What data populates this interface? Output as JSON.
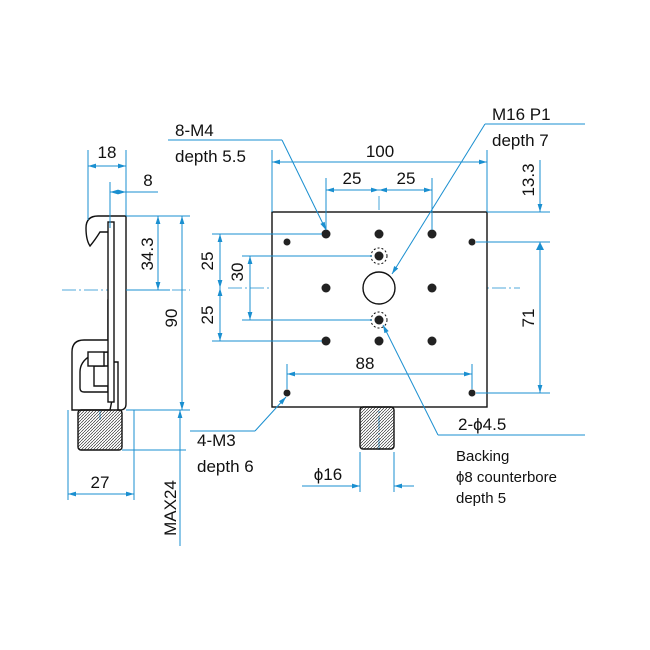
{
  "labels": {
    "m4_callout_1": "8-M4",
    "m4_callout_2": "depth 5.5",
    "m16_callout_1": "M16 P1",
    "m16_callout_2": "depth 7",
    "m3_callout_1": "4-M3",
    "m3_callout_2": "depth 6",
    "hole_callout_1": "2-ϕ4.5",
    "hole_callout_2": "Backing",
    "hole_callout_3": "ϕ8 counterbore",
    "hole_callout_4": "depth 5"
  },
  "dims": {
    "side_18": "18",
    "side_8": "8",
    "side_34_3": "34.3",
    "side_90": "90",
    "side_27": "27",
    "side_max24": "MAX24",
    "top_100": "100",
    "top_25a": "25",
    "top_25b": "25",
    "right_13_3": "13.3",
    "right_71": "71",
    "left_25a": "25",
    "left_30": "30",
    "left_25b": "25",
    "mid_88": "88",
    "bottom_phi16": "ϕ16"
  },
  "colors": {
    "dimension": "#1a8fd0",
    "outline": "#111111"
  }
}
